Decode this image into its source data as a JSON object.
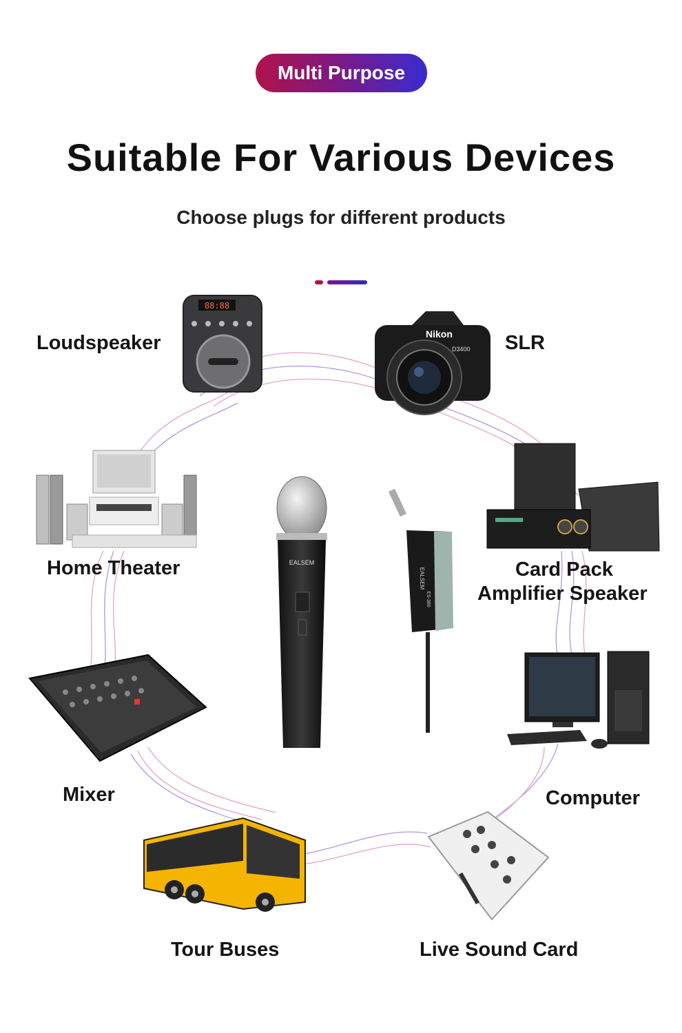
{
  "badge": "Multi Purpose",
  "title": "Suitable For Various Devices",
  "subtitle": "Choose plugs for different products",
  "devices": {
    "loudspeaker": "Loudspeaker",
    "slr": "SLR",
    "home_theater": "Home Theater",
    "card_pack_line1": "Card Pack",
    "card_pack_line2": "Amplifier Speaker",
    "mixer": "Mixer",
    "computer": "Computer",
    "tour_buses": "Tour Buses",
    "live_sound_card": "Live Sound Card"
  },
  "product_text": {
    "speaker_display": "88:88",
    "camera_brand": "Nikon",
    "camera_model": "D3400",
    "mic_brand": "EALSEM",
    "receiver_brand": "EALSEM",
    "receiver_model": "ES-380"
  },
  "colors": {
    "badge_start": "#b1124a",
    "badge_end": "#3a2bd0",
    "wire_pink": "#e08ab8",
    "wire_purple": "#9a7ce0",
    "bus_yellow": "#f5b400"
  }
}
